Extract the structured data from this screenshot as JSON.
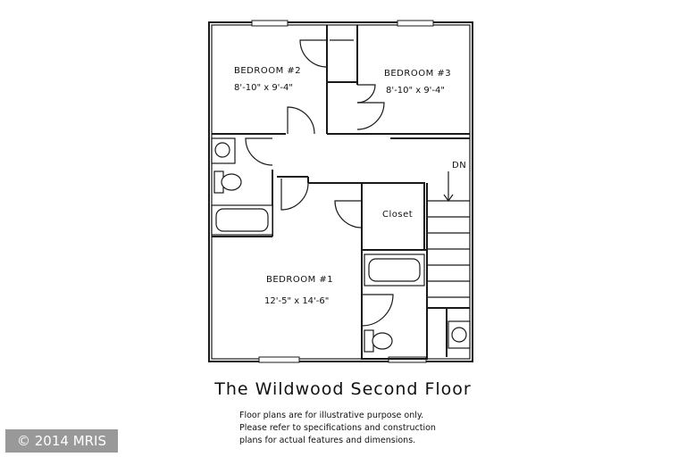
{
  "rooms": {
    "bedroom2": {
      "label": "BEDROOM #2",
      "dims": "8'-10\" x 9'-4\""
    },
    "bedroom3": {
      "label": "BEDROOM #3",
      "dims": "8'-10\" x 9'-4\""
    },
    "bedroom1": {
      "label": "BEDROOM #1",
      "dims": "12'-5\" x 14'-6\""
    },
    "closet": {
      "label": "Closet"
    },
    "stairs": {
      "label": "DN"
    }
  },
  "title": "The Wildwood Second Floor",
  "notes": [
    "Floor plans are for illustrative purpose only.",
    "Please refer to specifications and construction",
    "plans for actual features and dimensions."
  ],
  "watermark": "© 2014 MRIS"
}
